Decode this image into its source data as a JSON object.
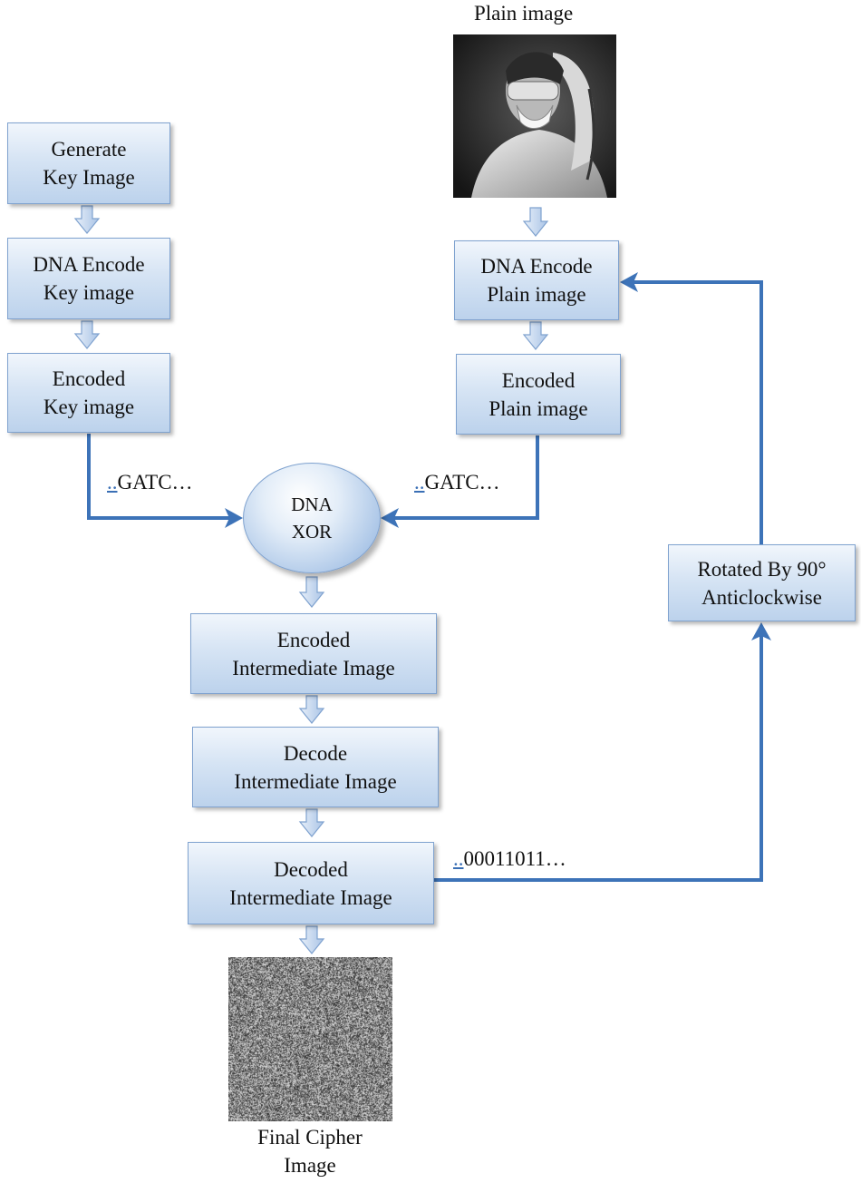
{
  "diagram": {
    "plain_image_label": "Plain image",
    "left": {
      "generate_key": [
        "Generate",
        "Key Image"
      ],
      "dna_encode_key": [
        "DNA Encode",
        "Key image"
      ],
      "encoded_key": [
        "Encoded",
        "Key image"
      ],
      "sequence_prefix": "..",
      "sequence": "GATC…"
    },
    "right": {
      "dna_encode_plain": [
        "DNA Encode",
        "Plain image"
      ],
      "encoded_plain": [
        "Encoded",
        "Plain image"
      ],
      "sequence_prefix": "..",
      "sequence": "GATC…"
    },
    "xor_node": [
      "DNA",
      "XOR"
    ],
    "center": {
      "encoded_intermediate": [
        "Encoded",
        "Intermediate Image"
      ],
      "decode_intermediate": [
        "Decode",
        "Intermediate Image"
      ],
      "decoded_intermediate": [
        "Decoded",
        "Intermediate Image"
      ],
      "binary_prefix": "..",
      "binary": "00011011…"
    },
    "rotate": [
      "Rotated By 90°",
      "Anticlockwise"
    ],
    "final_label": [
      "Final Cipher",
      "Image"
    ],
    "colors": {
      "arrow": "#3d73b8",
      "box_border": "#7fa2cf",
      "box_fill_top": "#f1f6fc",
      "box_fill_bottom": "#bcd2ec"
    }
  }
}
